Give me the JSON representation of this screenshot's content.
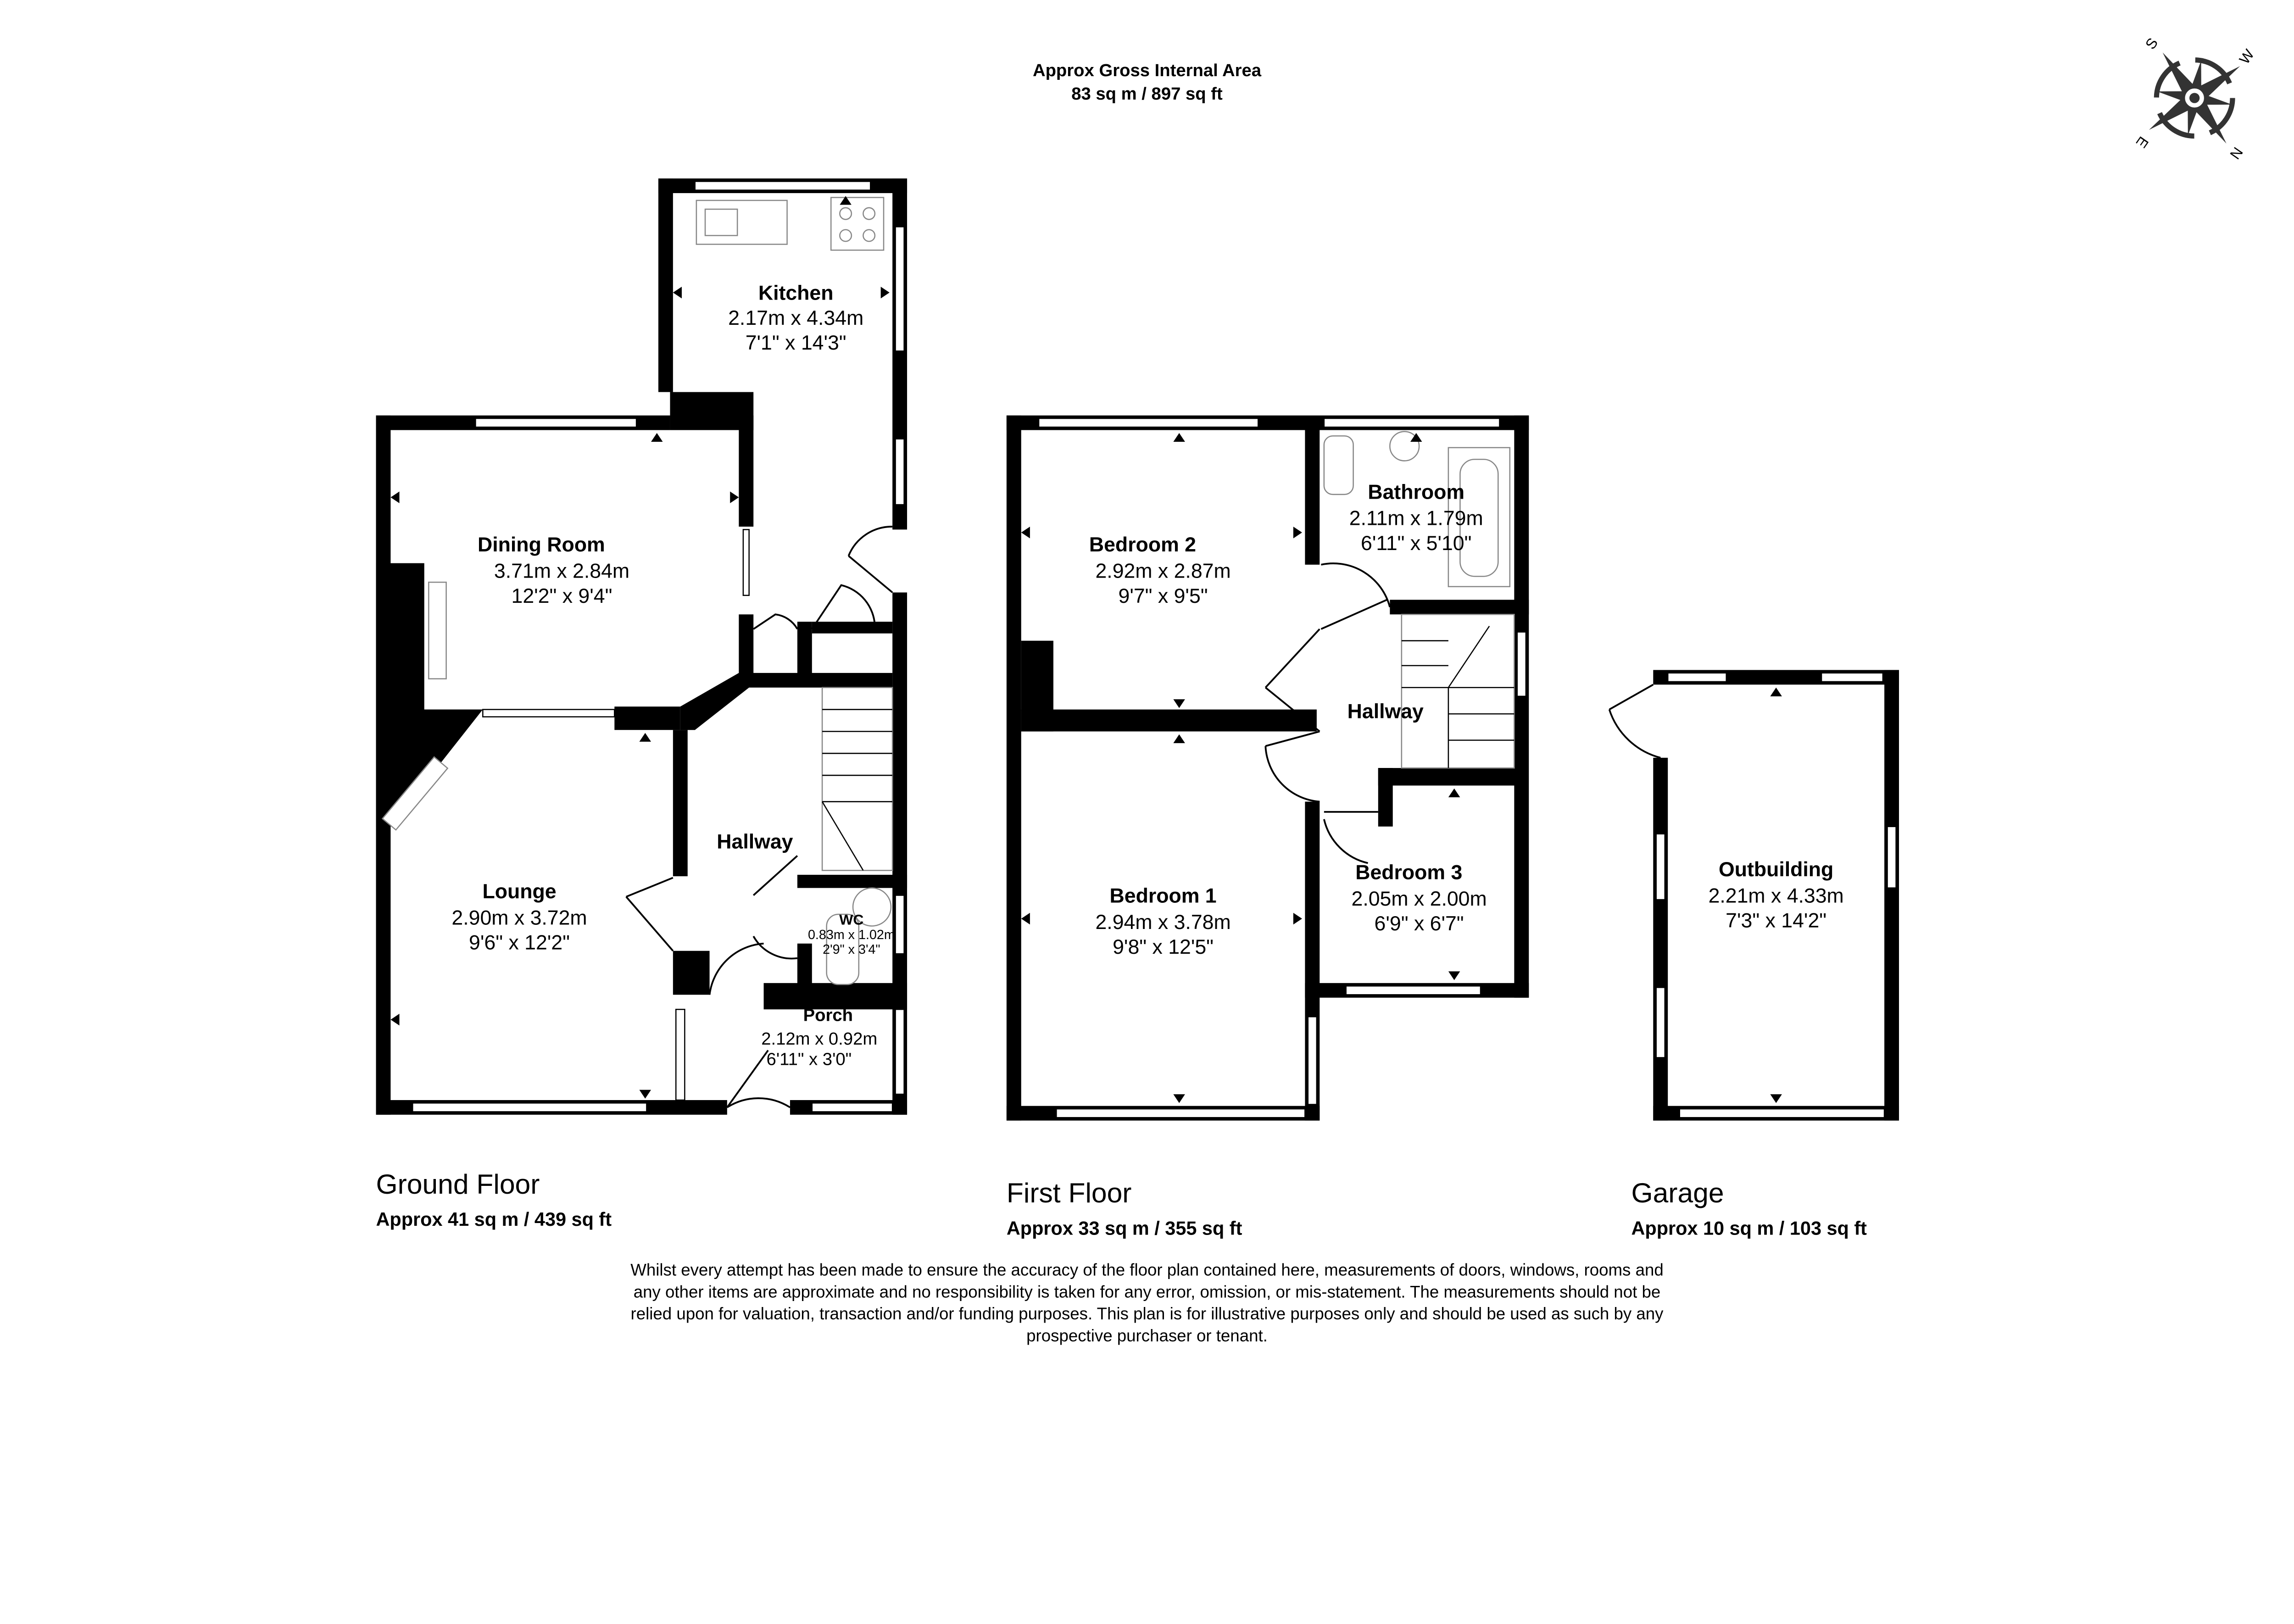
{
  "header": {
    "line1": "Approx Gross Internal Area",
    "line2": "83 sq m / 897 sq ft"
  },
  "compass": {
    "labels": [
      "S",
      "W",
      "N",
      "E"
    ],
    "color": "#333333"
  },
  "ground_floor": {
    "title": "Ground Floor",
    "area": "Approx 41 sq m / 439 sq ft",
    "rooms": {
      "kitchen": {
        "name": "Kitchen",
        "metric": "2.17m x 4.34m",
        "imperial": "7'1\" x 14'3\""
      },
      "dining": {
        "name": "Dining Room",
        "metric": "3.71m x 2.84m",
        "imperial": "12'2\" x 9'4\""
      },
      "lounge": {
        "name": "Lounge",
        "metric": "2.90m x 3.72m",
        "imperial": "9'6\" x 12'2\""
      },
      "hallway": {
        "name": "Hallway"
      },
      "wc": {
        "name": "WC",
        "metric": "0.83m x 1.02m",
        "imperial": "2'9\" x 3'4\""
      },
      "porch": {
        "name": "Porch",
        "metric": "2.12m x 0.92m",
        "imperial": "6'11\" x 3'0\""
      }
    }
  },
  "first_floor": {
    "title": "First Floor",
    "area": "Approx 33 sq m / 355 sq ft",
    "rooms": {
      "bedroom2": {
        "name": "Bedroom 2",
        "metric": "2.92m x 2.87m",
        "imperial": "9'7\" x 9'5\""
      },
      "bathroom": {
        "name": "Bathroom",
        "metric": "2.11m x 1.79m",
        "imperial": "6'11\" x 5'10\""
      },
      "hallway": {
        "name": "Hallway"
      },
      "bedroom1": {
        "name": "Bedroom 1",
        "metric": "2.94m x 3.78m",
        "imperial": "9'8\" x 12'5\""
      },
      "bedroom3": {
        "name": "Bedroom 3",
        "metric": "2.05m x 2.00m",
        "imperial": "6'9\" x 6'7\""
      }
    }
  },
  "garage": {
    "title": "Garage",
    "area": "Approx 10 sq m / 103 sq ft",
    "rooms": {
      "outbuilding": {
        "name": "Outbuilding",
        "metric": "2.21m x 4.33m",
        "imperial": "7'3\" x 14'2\""
      }
    }
  },
  "disclaimer": [
    "Whilst every attempt has been made to ensure the accuracy of the floor plan contained here, measurements of doors, windows, rooms and",
    "any other items are approximate and no responsibility is taken for any error, omission, or mis-statement. The measurements should not be",
    "relied upon for valuation, transaction and/or funding purposes. This plan is for illustrative purposes only and should be used as such by any",
    "prospective purchaser or tenant."
  ]
}
